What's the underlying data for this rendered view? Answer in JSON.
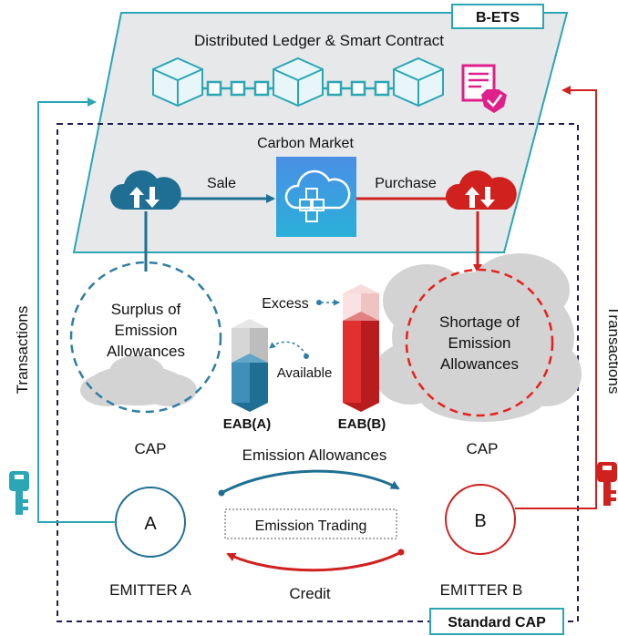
{
  "colors": {
    "teal": "#2aa6b5",
    "blue": "#2e7ea6",
    "red": "#d0211f",
    "navy": "#1f1d5a",
    "magenta": "#e0208a",
    "ledger_fill": "#e6e8ea",
    "cloud": "#d3d3d3"
  },
  "badges": {
    "b_ets": "B-ETS",
    "standard_cap": "Standard CAP"
  },
  "ledger": {
    "title": "Distributed Ledger & Smart Contract",
    "icons": [
      "blockchain-cube-icon",
      "chain-link-icon",
      "certificate-check-icon"
    ]
  },
  "market": {
    "title": "Carbon Market",
    "sale_label": "Sale",
    "purchase_label": "Purchase"
  },
  "transactions": {
    "left": "Transactions",
    "right": "Transactions"
  },
  "surplus": {
    "line1": "Surplus of",
    "line2": "Emission",
    "line3": "Allowances",
    "cap": "CAP"
  },
  "shortage": {
    "line1": "Shortage of",
    "line2": "Emission",
    "line3": "Allowances",
    "cap": "CAP"
  },
  "bars": {
    "excess_label": "Excess",
    "available_label": "Available",
    "eab_a": "EAB(A)",
    "eab_b": "EAB(B)"
  },
  "trading": {
    "allowances_label": "Emission Allowances",
    "box_label": "Emission Trading",
    "credit_label": "Credit"
  },
  "emitters": {
    "a_letter": "A",
    "b_letter": "B",
    "a_label": "EMITTER A",
    "b_label": "EMITTER B"
  }
}
